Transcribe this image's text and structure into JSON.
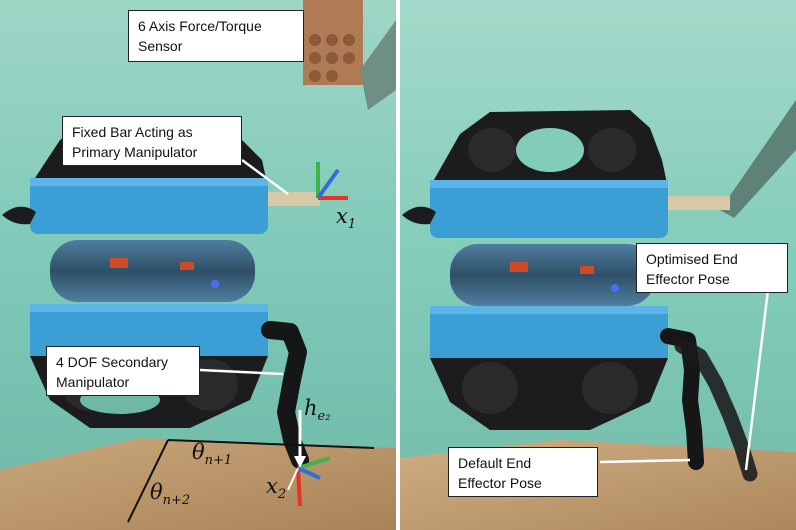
{
  "left_panel": {
    "callouts": {
      "sensor": [
        "6 Axis Force/Torque",
        "Sensor"
      ],
      "fixed_bar": [
        "Fixed Bar Acting as",
        "Primary Manipulator"
      ],
      "secondary": [
        "4 DOF Secondary",
        "Manipulator"
      ]
    },
    "math_labels": {
      "x1": "x",
      "x1_sub": "1",
      "he2": "h",
      "he2_sub": "e₂",
      "theta_n1": "θ",
      "theta_n1_sub": "n+1",
      "x2": "x",
      "x2_sub": "2",
      "theta_n2": "θ",
      "theta_n2_sub": "n+2"
    }
  },
  "right_panel": {
    "callouts": {
      "optimised": [
        "Optimised End",
        "Effector Pose"
      ],
      "default": [
        "Default End",
        "Effector Pose"
      ]
    }
  },
  "colors": {
    "water": "#7ec9b8",
    "robot_blue": "#3b9ed4",
    "frame_black": "#1c1c1c",
    "axis_red": "#e5332a",
    "axis_green": "#3bb54a",
    "axis_blue": "#2f6fd6"
  }
}
